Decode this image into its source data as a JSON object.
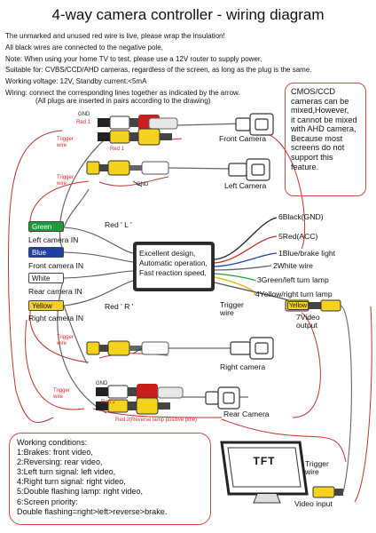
{
  "title": "4-way camera controller - wiring diagram",
  "notes": [
    "The unmarked and unused red wire is live, please wrap the insulation!",
    "All black wires are connected to the negative pole,",
    "Note: When using your home TV to test, please use a 12V router to supply power,",
    "Suitable for: CVBS/CCD/AHD cameras, regardless of the screen, as long as the plug is the same.",
    "Working voltage: 12V,          Standby current:<5mA",
    "Wiring: connect the corresponding lines together as indicated by the arrow.",
    "(All plugs are inserted in pairs according to the drawing)"
  ],
  "cmos_note": [
    "CMOS/CCD",
    "cameras can be",
    "mixed,However,",
    "it cannot be mixed",
    "with AHD camera,",
    "Because most",
    "screens do not",
    "support this",
    "feature."
  ],
  "controller_text": [
    "Excellent design,",
    "Automatic operation,",
    "Fast reaction speed,"
  ],
  "cameras": {
    "front": "Front Camera",
    "left": "Left Camera",
    "right": "Right camera",
    "rear": "Rear Camera"
  },
  "wire_labels": {
    "gnd_front": "GND",
    "red1": "Red 1",
    "red1_b": "Red 1",
    "trigger_front": "Trigger\nwire",
    "trigger_left": "Trigger\nwire",
    "gnd_left": "GND",
    "red_l": "Red ' L '",
    "red_r": "Red ' R '",
    "trigger_right": "Trigger\nwire",
    "trigger_rear": "Trigger\nwire",
    "gnd_rear": "GND",
    "red2": "Red 2",
    "red2_rev": "Red 2(Reverse lamp positive pole)",
    "trigger_out": "Trigger\nwire",
    "trigger_monitor": "Trigger\nwire",
    "video_input": "Video input"
  },
  "inputs": {
    "green": "Green",
    "blue": "Blue",
    "white": "White",
    "yellow": "Yellow",
    "left_in": "Left camera IN",
    "front_in": "Front camera IN",
    "rear_in": "Rear camera IN",
    "right_in": "Right camera IN"
  },
  "outputs": [
    "6Black(GND)",
    "5Red(ACC)",
    "1Blue/brake light",
    "2White wire",
    "3Green/left turn lamp",
    "4Yellow/right turn lamp"
  ],
  "video_out": {
    "chip": "Yellow",
    "label": "7Video\noutput"
  },
  "monitor": {
    "screen": "TFT"
  },
  "conditions": [
    "Working conditions:",
    "1:Brakes: front video,",
    "2:Reversing: rear video,",
    "3:Left turn signal: left video,",
    "4:Right turn signal: right video,",
    "5:Double flashing lamp: right video,",
    "6:Screen priority:",
    "Double flashing=right>left>reverse>brake."
  ],
  "colors": {
    "green": "#1f9a3a",
    "blue": "#1f3fa6",
    "yellow": "#f4d21e",
    "red": "#d42b2b",
    "wire_red": "#c4312f",
    "black": "#222222"
  }
}
